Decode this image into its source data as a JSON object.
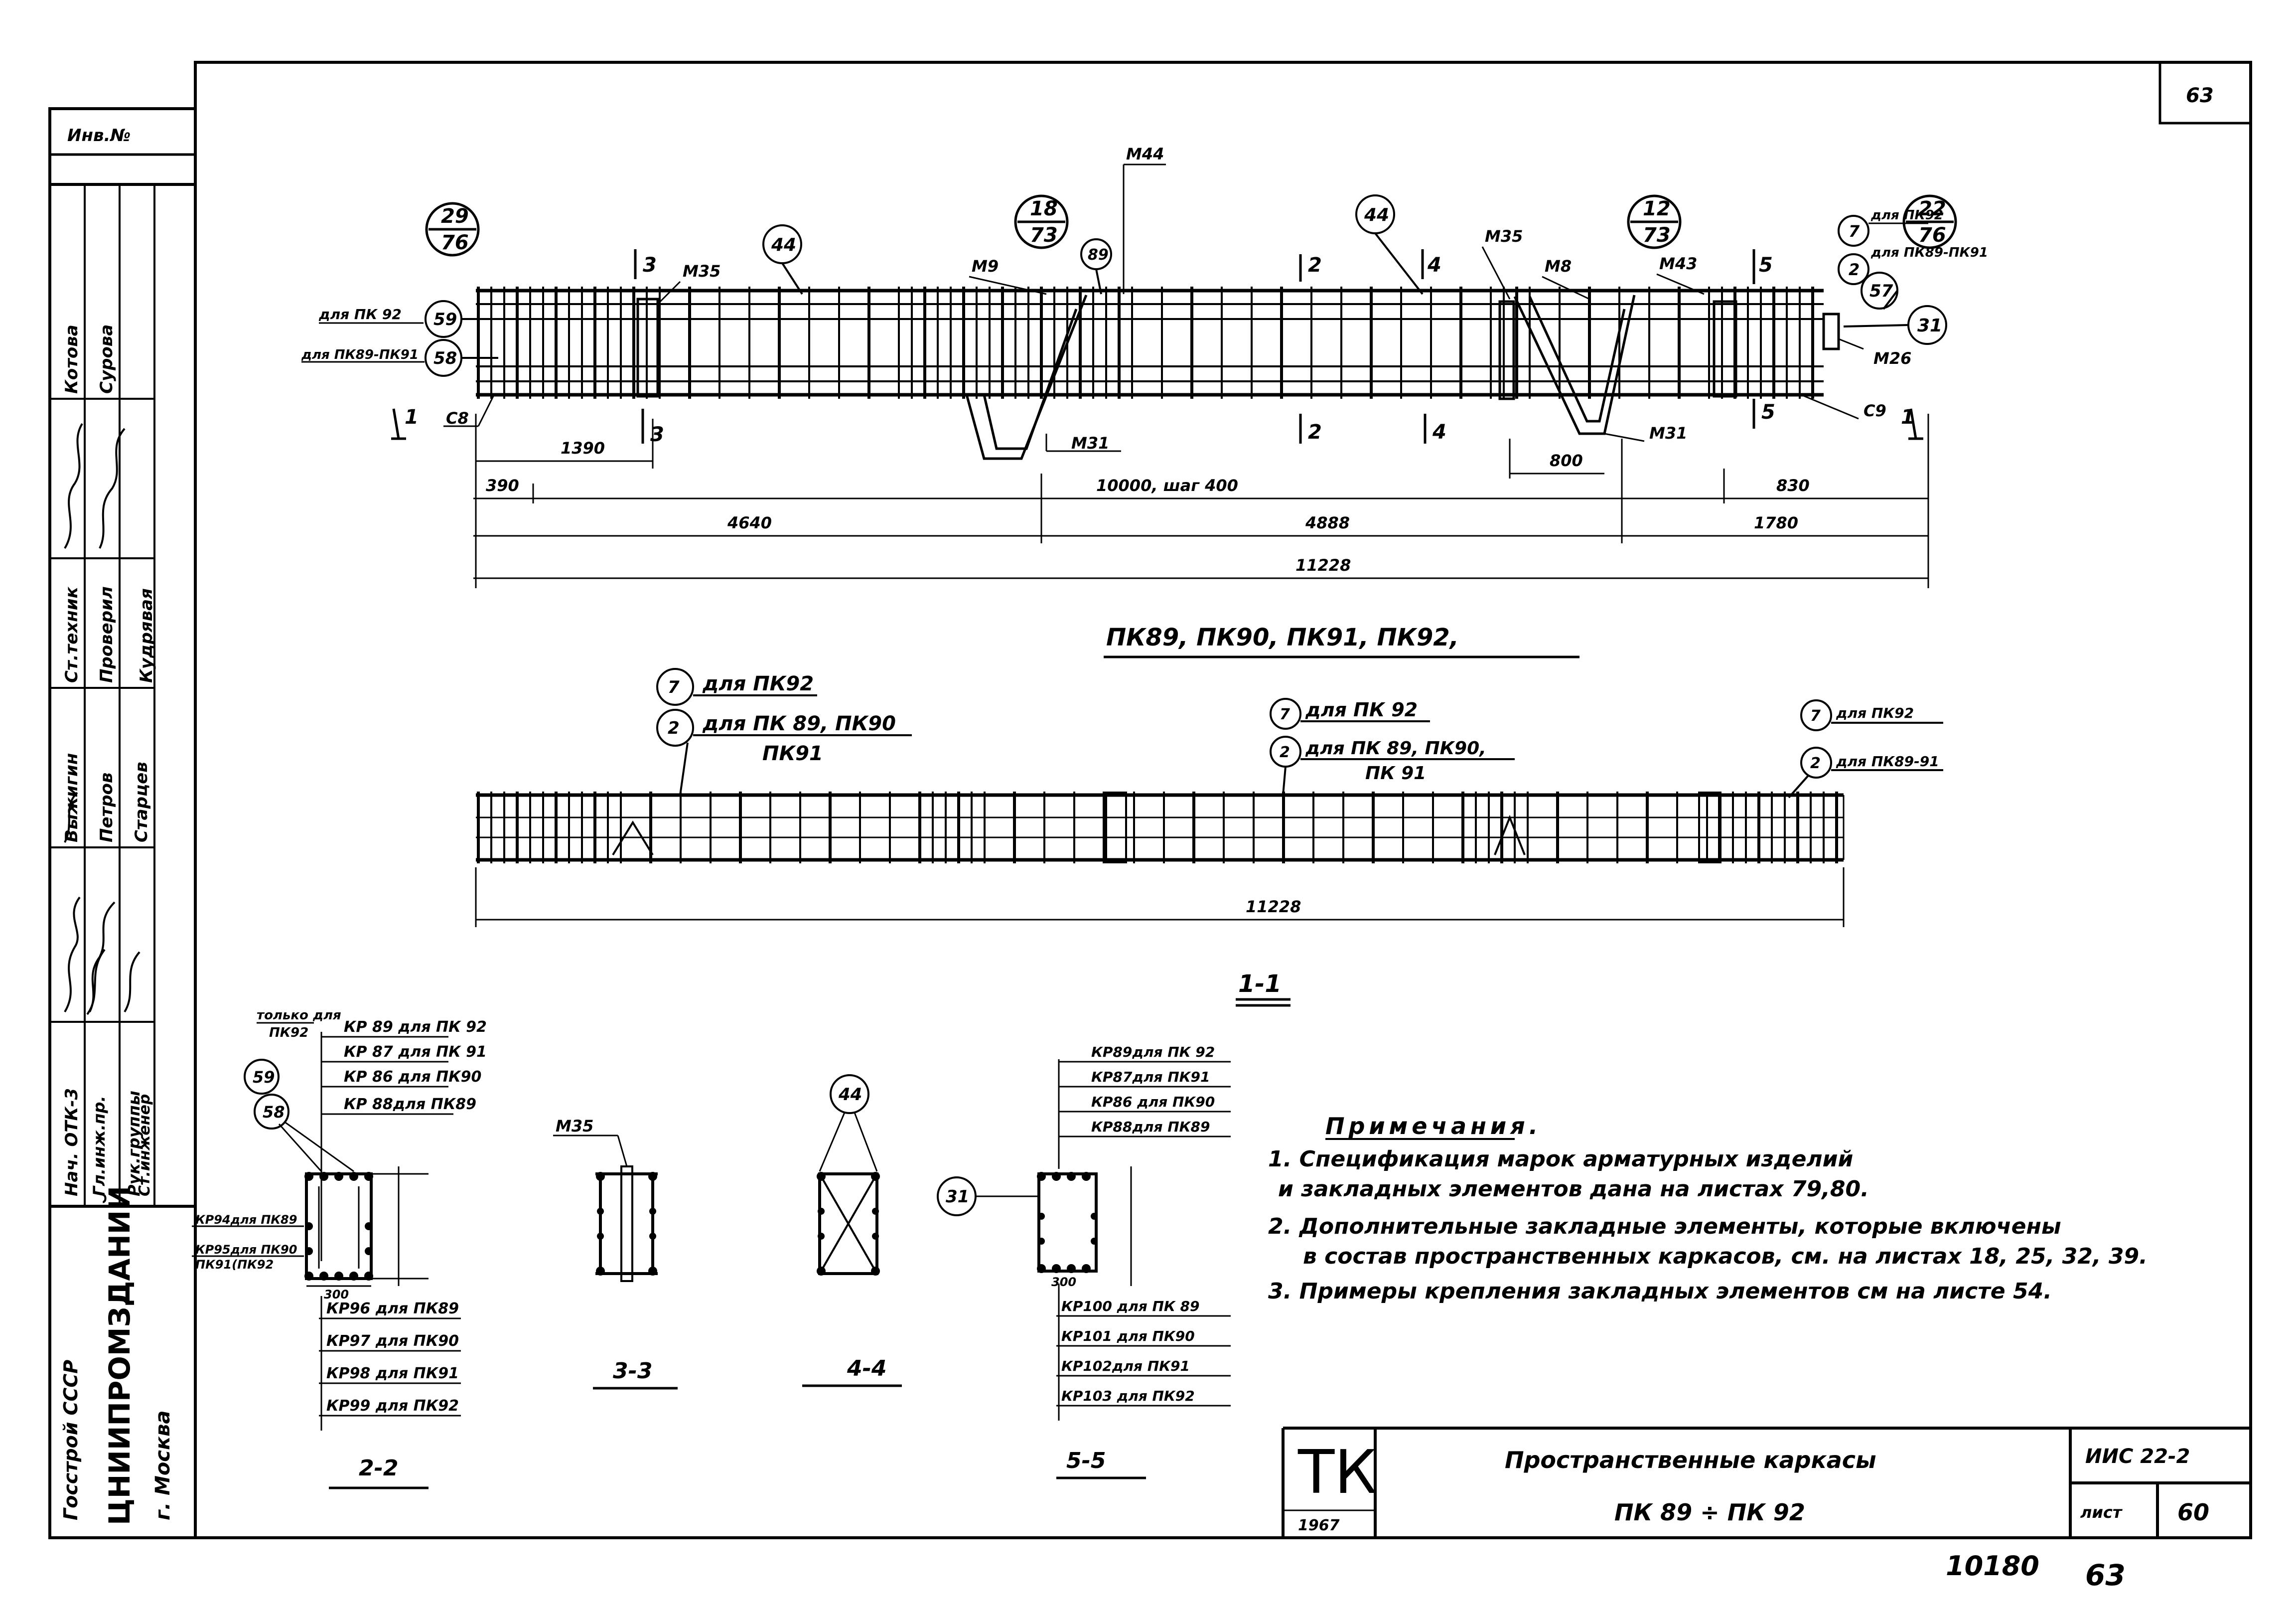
{
  "sheet_corner": "63",
  "frame_label": "Инв.№",
  "elevation": {
    "marks": {
      "m35a": "М35",
      "m9": "М9",
      "m44": "М44",
      "m35b": "М35",
      "m8": "М8",
      "m43": "М43",
      "m31a": "М31",
      "m31b": "М31",
      "m26": "М26",
      "c8": "С8",
      "c9": "С9",
      "b89": "89",
      "b44a": "44",
      "b44b": "44",
      "b59": "59",
      "b58": "58",
      "b57": "57",
      "b7": "7",
      "b2": "2",
      "b31": "31"
    },
    "circ": [
      {
        "top": "29",
        "bottom": "76"
      },
      {
        "top": "18",
        "bottom": "73"
      },
      {
        "top": "12",
        "bottom": "73"
      },
      {
        "top": "22",
        "bottom": "76"
      }
    ],
    "notes": {
      "for92": "для ПК 92",
      "for89_91": "для ПК89-ПК91",
      "r7": "для ПК92",
      "r2": "для ПК89-ПК91"
    },
    "dims": {
      "d390": "390",
      "d1390": "1390",
      "d10000": "10000, шаг 400",
      "d800": "800",
      "d830": "830",
      "d4640": "4640",
      "d4888": "4888",
      "d1780": "1780",
      "d11228": "11228"
    },
    "sec_nums": [
      "1",
      "1",
      "3",
      "3",
      "2",
      "2",
      "4",
      "4",
      "5",
      "5"
    ]
  },
  "title_main": "ПК89, ПК90, ПК91, ПК92,",
  "plan": {
    "c7a": "7",
    "c2a": "2",
    "c7b": "7",
    "c2b": "2",
    "c7c": "7",
    "c2c": "2",
    "l7a": "для ПК92",
    "l2a": "для ПК 89, ПК90",
    "l2a2": "ПК91",
    "l7b": "для ПК 92",
    "l2b": "для ПК 89, ПК90,",
    "l2b2": "ПК 91",
    "l7c": "для ПК92",
    "l2c": "для ПК89-91",
    "dim": "11228"
  },
  "section_label_11": "1-1",
  "s22": {
    "only": "только для",
    "onlyb": "ПК92",
    "c59": "59",
    "c58": "58",
    "kr_top": [
      "КР 89 для ПК 92",
      "КР 87 для ПК 91",
      "КР 86 для ПК90",
      "КР 88для ПК89"
    ],
    "kr_left": [
      "КР94для ПК89",
      "КР95для ПК90",
      "ПК91(ПК92"
    ],
    "kr_bottom": [
      "КР96  для ПК89",
      "КР97 для  ПК90",
      "КР98 для  ПК91",
      "КР99  для  ПК92"
    ],
    "w": "300",
    "label": "2-2"
  },
  "s33": {
    "mark": "М35",
    "label": "3-3"
  },
  "s44": {
    "mark": "44",
    "label": "4-4"
  },
  "s55": {
    "c31": "31",
    "kr_top": [
      "КР89для ПК 92",
      "КР87для ПК91",
      "КР86 для ПК90",
      "КР88для ПК89"
    ],
    "kr_bottom": [
      "КР100 для ПК 89",
      "КР101 для ПК90",
      "КР102для ПК91",
      "КР103 для ПК92"
    ],
    "w": "300",
    "label": "5-5"
  },
  "notes": {
    "title": "Примечания.",
    "n1a": "1. Спецификация    марок    арматурных    изделий",
    "n1b": "и закладных    элементов    дана  на листах 79,80.",
    "n2a": "2. Дополнительные закладные элементы, которые включены",
    "n2b": "в состав пространственных каркасов, см. на листах 18, 25, 32, 39.",
    "n3": "3. Примеры крепления  закладных элементов см на листе 54."
  },
  "stamp": {
    "roles": [
      "Нач. ОТК-3",
      "Гл.инж.пр.",
      "Рук.группы",
      "Ст.инженер",
      "Ст.техник",
      "Проверил"
    ],
    "names": [
      "Выжигин",
      "Петров",
      "Старцев",
      "Кудрявая",
      "Котова",
      "Сурова"
    ],
    "org1": "Госстрой СССР",
    "org2": "ЦНИИПРОМЗДАНИЙ",
    "city": "г. Москва"
  },
  "title_block": {
    "tk": "ТК",
    "year": "1967",
    "t1": "Пространственные        каркасы",
    "t2": "ПК 89 ÷ ПК 92",
    "code": "ИИС 22-2",
    "list": "лист",
    "num": "60"
  },
  "footer_num": "10180",
  "footer_page": "63"
}
